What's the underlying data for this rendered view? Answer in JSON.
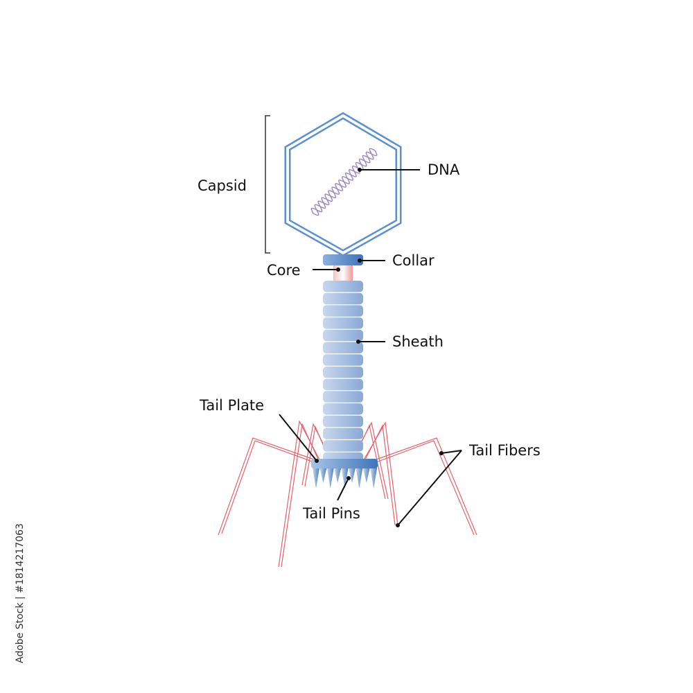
{
  "labels": {
    "capsid": "Capsid",
    "dna": "DNA",
    "collar": "Collar",
    "core": "Core",
    "sheath": "Sheath",
    "tail_plate": "Tail Plate",
    "tail_fibers": "Tail Fibers",
    "tail_pins": "Tail Pins"
  },
  "stock_id": "Adobe Stock | #1814217063",
  "colors": {
    "capsid_outline": "#5b8fd0",
    "dna": "#9a86c8",
    "sheath": "#a9c1e3",
    "collar": "#4a7fc0",
    "core": "#f3a7a7",
    "fibers": "#e8606b",
    "leader_lines": "#111111"
  },
  "icons": {
    "capsid": "hexagon-shape",
    "dna": "double-helix-shape"
  }
}
